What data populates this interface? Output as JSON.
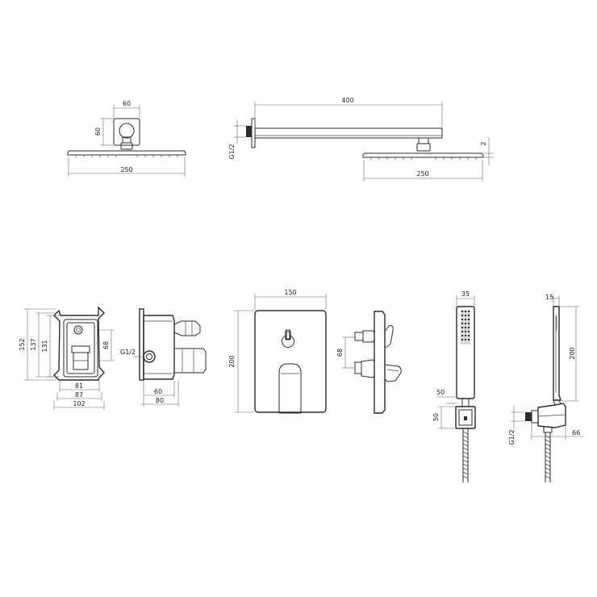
{
  "views": {
    "rain_head_top": {
      "width": "60",
      "height": "60",
      "length": "250"
    },
    "rain_head_side": {
      "arm_length": "400",
      "thread": "G1/2",
      "thickness": "2",
      "length": "250"
    },
    "mixer_box_front": {
      "h_outer": "152",
      "h_mid": "137",
      "h_inner": "131",
      "hole": "68",
      "w_inner": "81",
      "w_mid": "87",
      "w_outer": "102"
    },
    "mixer_box_side": {
      "thread": "G1/2",
      "depth_inner": "60",
      "depth_outer": "80"
    },
    "cover_plate": {
      "width": "150",
      "height": "200"
    },
    "cover_side": {
      "offset": "68"
    },
    "hand_shower": {
      "width": "35",
      "holder_w": "50",
      "holder_h": "50"
    },
    "hand_shower_side": {
      "width": "15",
      "length": "200",
      "thread": "G1/2",
      "depth": "66"
    }
  }
}
